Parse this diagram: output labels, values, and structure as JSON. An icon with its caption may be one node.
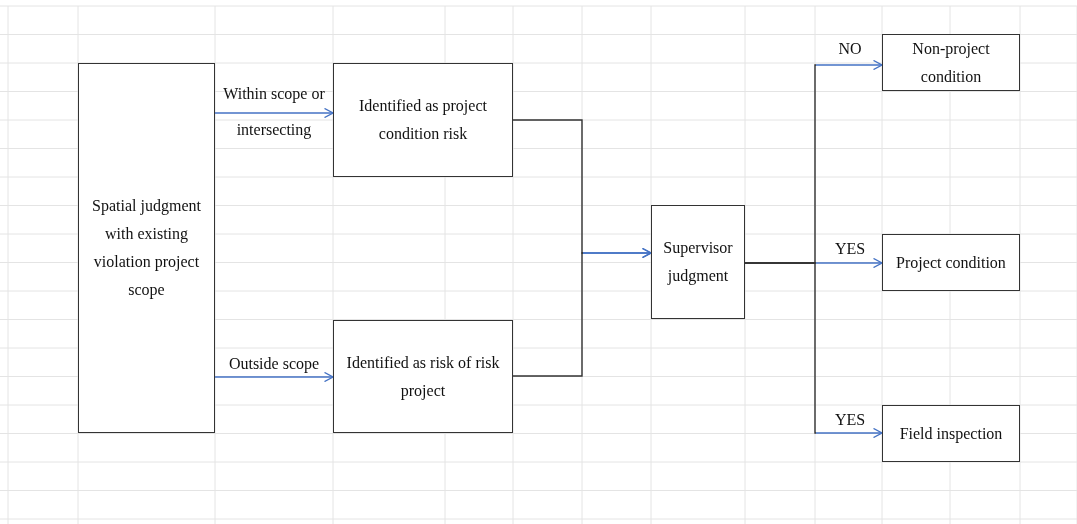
{
  "diagram": {
    "nodes": [
      {
        "text": [
          "Spatial judgment with existing violation project scope"
        ]
      },
      {
        "text": [
          "Identified as project condition risk"
        ]
      },
      {
        "text": [
          "Identified as risk of risk project"
        ]
      },
      {
        "text": [
          "Supervisor judgment"
        ]
      },
      {
        "text": [
          "Non-project condition"
        ]
      },
      {
        "text": [
          "Project condition"
        ]
      },
      {
        "text": [
          "Field inspection"
        ]
      }
    ],
    "edges": [
      {
        "from": 0,
        "to": 1,
        "arrow": "to",
        "label": "Within scope or intersecting"
      },
      {
        "from": 0,
        "to": 2,
        "arrow": "to",
        "label": "Outside scope"
      },
      {
        "from": 1,
        "to": 3,
        "arrow": "to"
      },
      {
        "from": 2,
        "to": 3,
        "arrow": "to"
      },
      {
        "from": 3,
        "to": 4,
        "arrow": "to",
        "label": "NO"
      },
      {
        "from": 3,
        "to": 5,
        "arrow": "to",
        "label": "YES"
      },
      {
        "from": 3,
        "to": 6,
        "arrow": "to",
        "label": "YES"
      }
    ]
  }
}
